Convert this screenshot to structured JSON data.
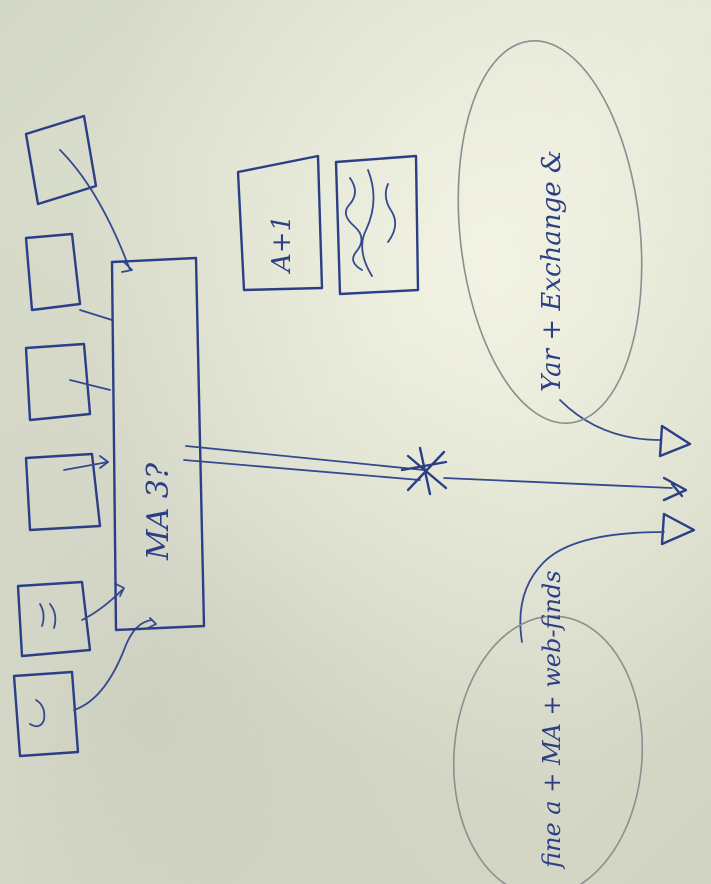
{
  "sketch": {
    "hub_label": "MA 3?",
    "server_labels": [
      "A+1"
    ],
    "cloud_top_label": "Yar + Exchange &",
    "cloud_bottom_label": "fine a + MA + web-finds"
  },
  "colors": {
    "paper": "#d9dccd",
    "ink": "#2b3f86",
    "pencil": "#8a8f8f"
  }
}
